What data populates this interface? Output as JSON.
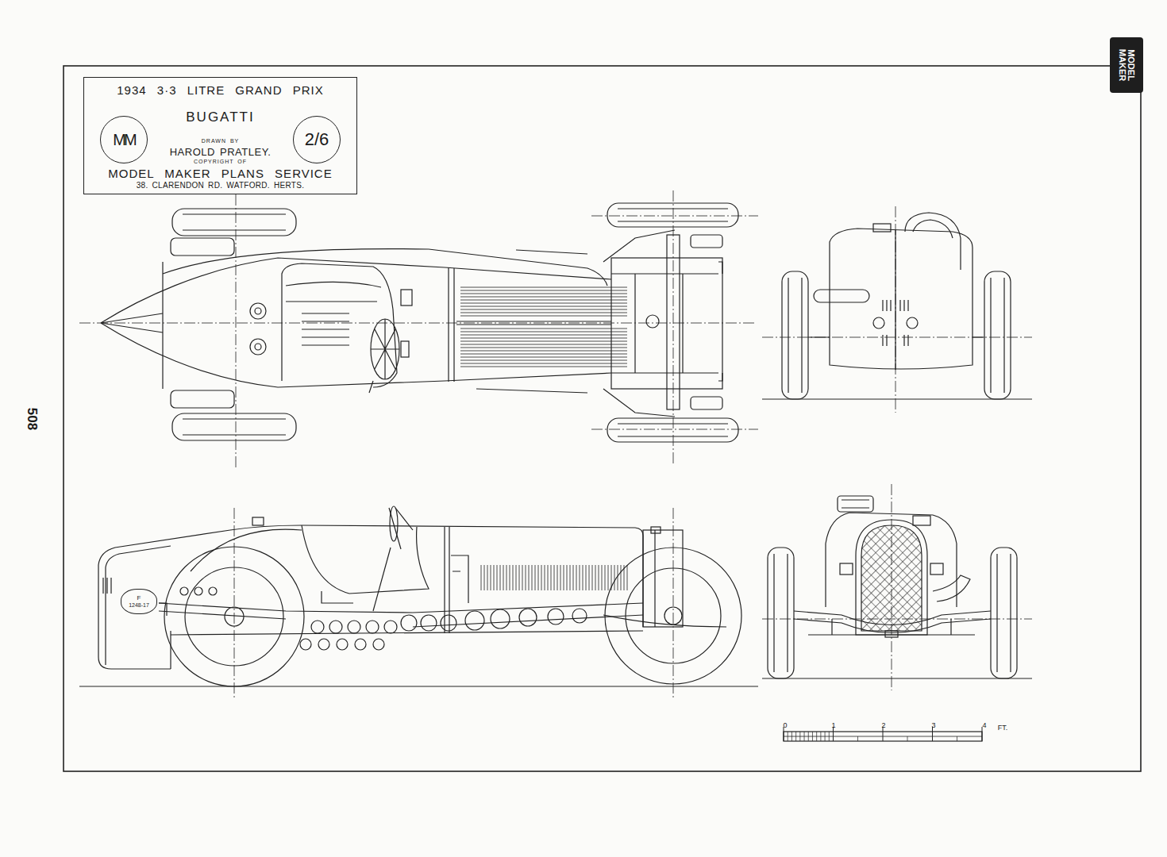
{
  "diagram": {
    "nodes": [
      {
        "text": [
          "1934 3·3 LITRE GRAND PRIX",
          "BUGATTI",
          "DRAWN BY",
          "HAROLD PRATLEY.",
          "COPYRIGHT OF",
          "MODEL MAKER PLANS SERVICE",
          "38. CLARENDON RD. WATFORD. HERTS."
        ]
      },
      {
        "text": [
          "MM"
        ],
        "in": 0
      },
      {
        "text": [
          "2/6"
        ],
        "in": 0
      },
      {
        "text": [
          "F",
          "1248-17"
        ]
      },
      {
        "text": [
          "MODEL MAKER"
        ]
      }
    ],
    "labels": [
      "508",
      "0",
      "1",
      "2",
      "3",
      "4",
      "FT."
    ]
  }
}
